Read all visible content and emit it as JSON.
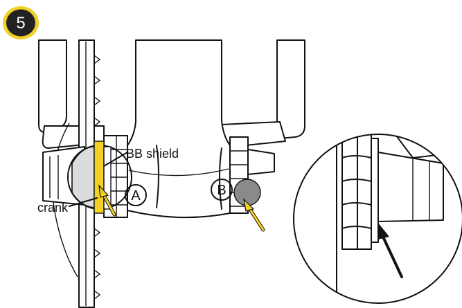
{
  "step": {
    "number": "5"
  },
  "labels": {
    "bb_shield": "BB shield",
    "crank": "crank",
    "callout_a": "A",
    "callout_b": "B"
  },
  "colors": {
    "badge_fill": "#222222",
    "badge_ring": "#f2d024",
    "highlight_yellow": "#f2d024",
    "highlight_grey": "#8a8a8a",
    "arrow_yellow": "#f2d024",
    "arrow_black": "#111111",
    "line": "#111111"
  }
}
